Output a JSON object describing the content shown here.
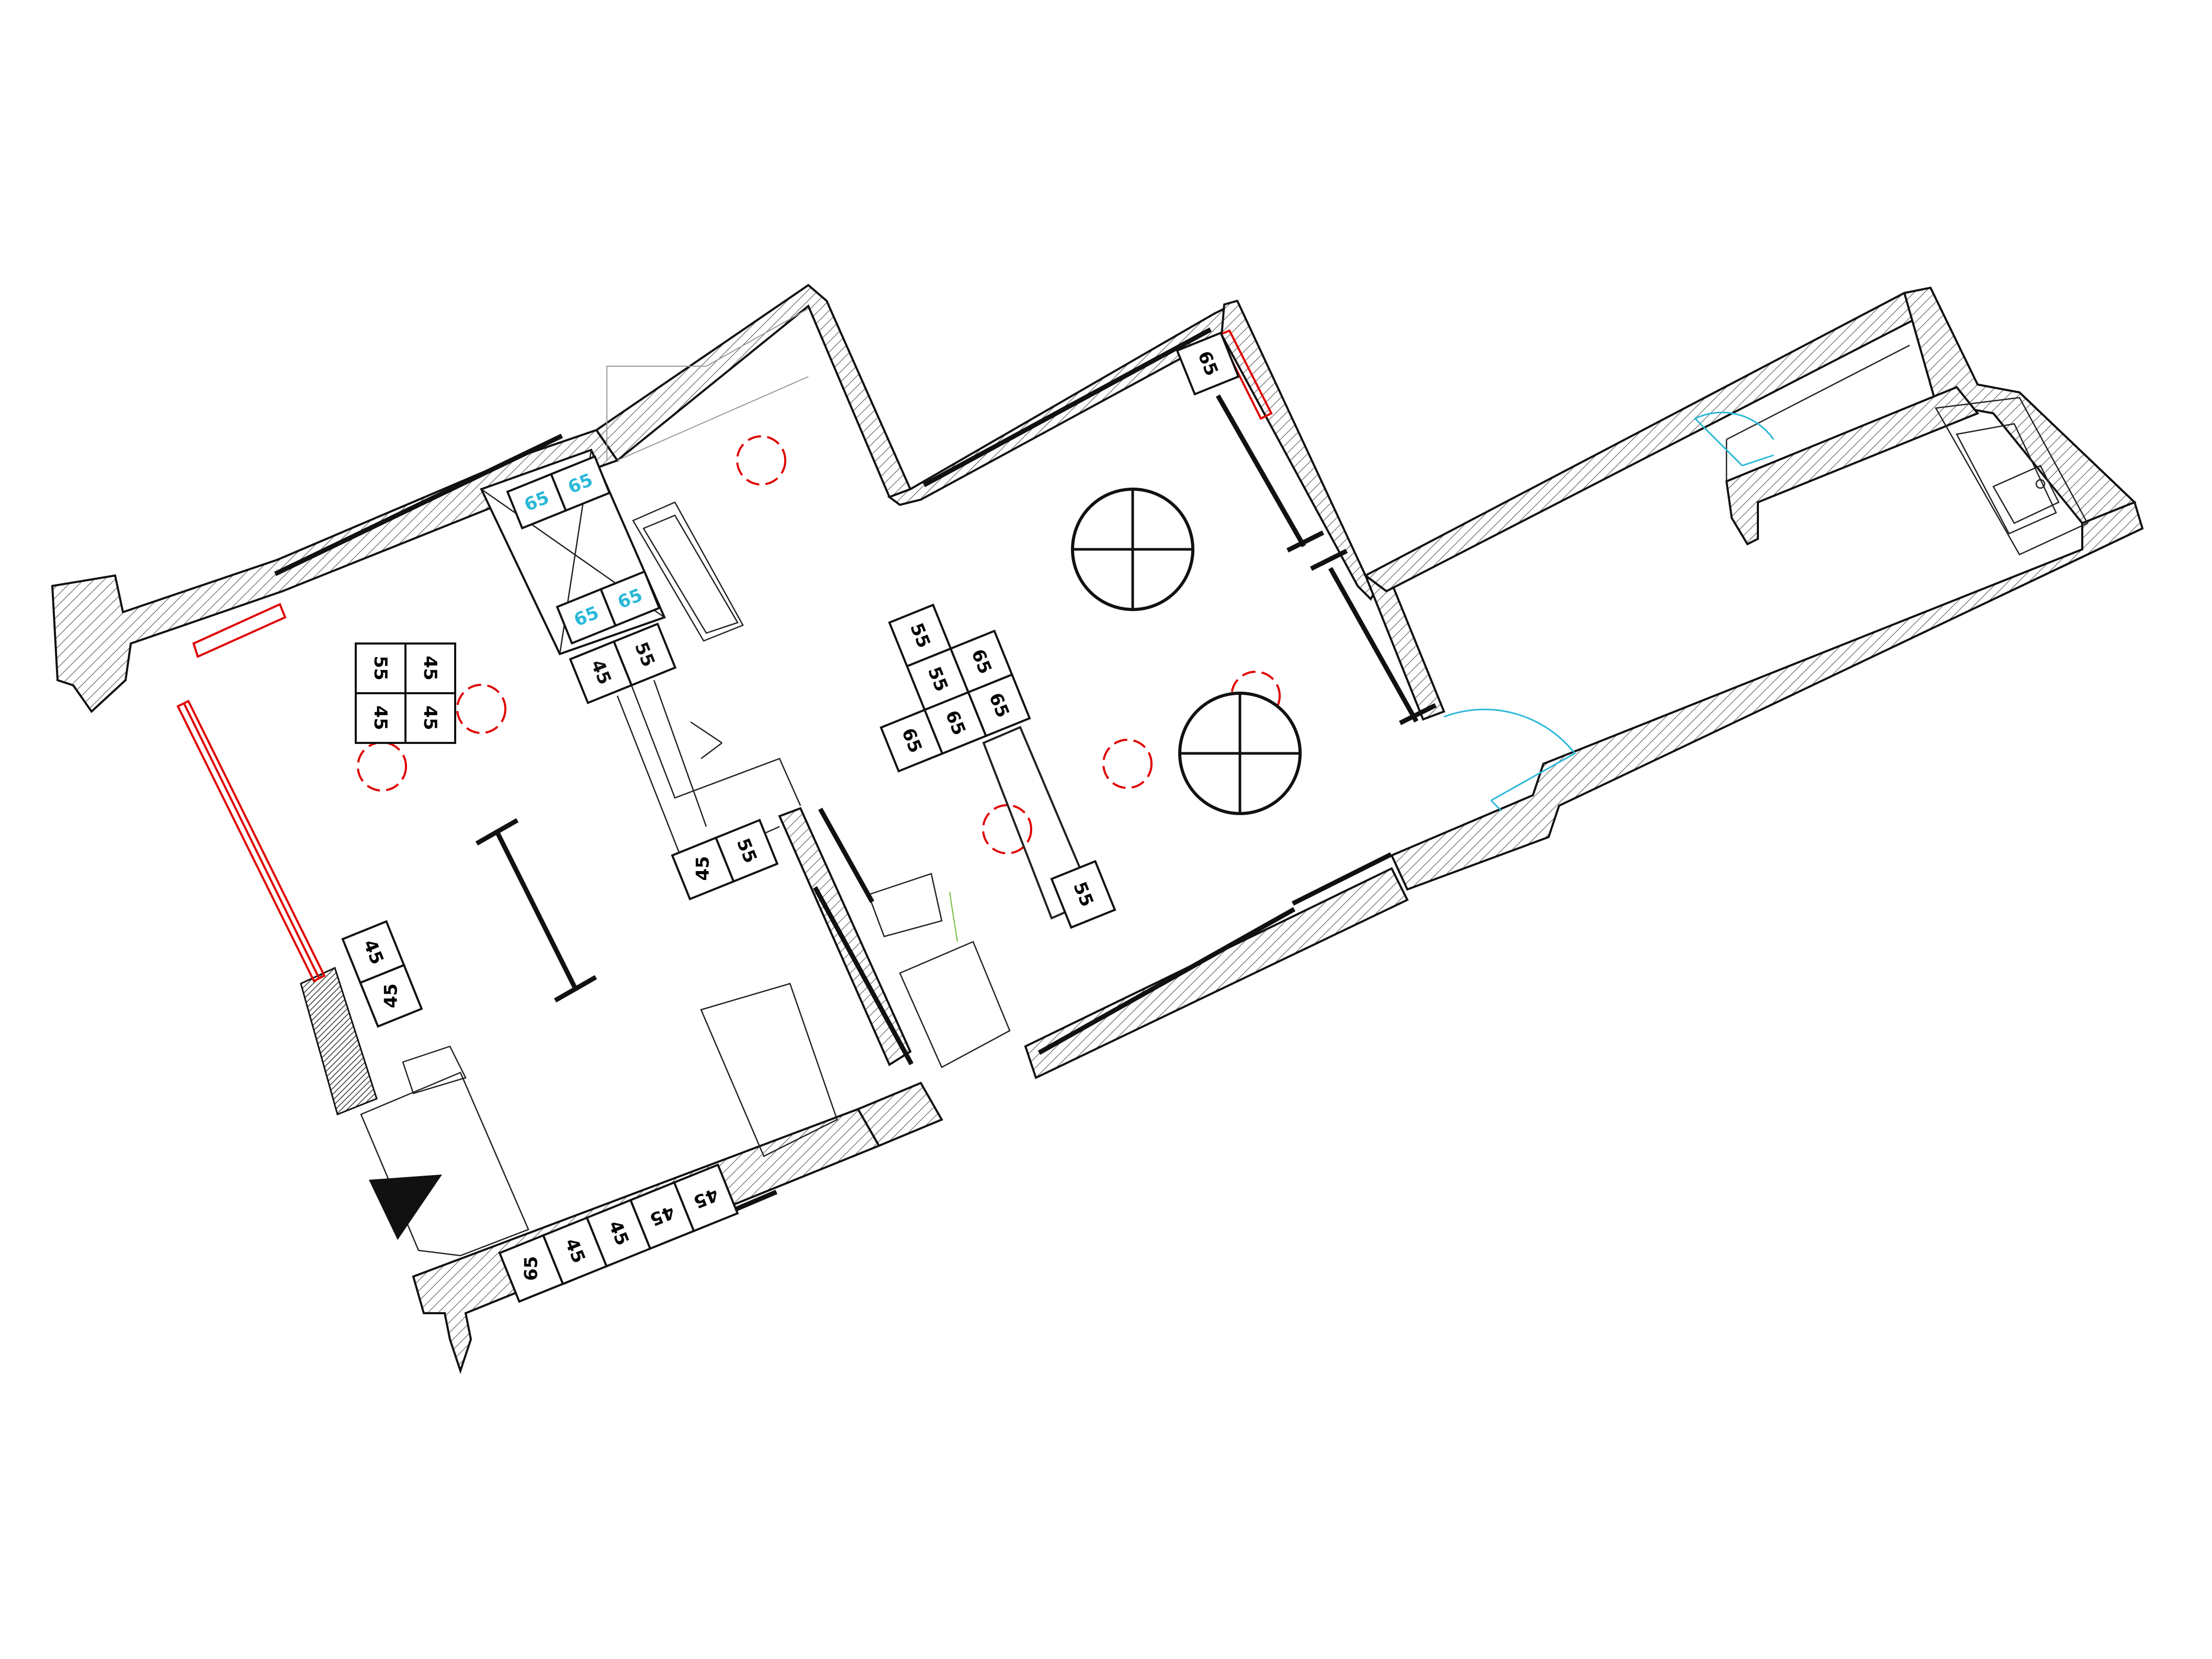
{
  "colors": {
    "wall": "#111111",
    "hatch": "#444444",
    "accent_red": "#e00000",
    "accent_cyan": "#2ab8d8",
    "label_black": "#111111"
  },
  "icons": {
    "entrance": "entrance-arrow-icon",
    "sink": "sink-icon"
  },
  "room_a": {
    "cluster_4": [
      "55",
      "45",
      "45",
      "45"
    ],
    "upper_right_cells": [
      "65",
      "65"
    ],
    "upper_lower_cells": [
      "65",
      "65"
    ],
    "upper_black_cells": [
      "55",
      "45"
    ],
    "mid_pair": [
      "45",
      "55"
    ],
    "left_pair": [
      "45",
      "45"
    ],
    "bottom_row": [
      "65",
      "45",
      "45",
      "45",
      "45"
    ]
  },
  "room_b": {
    "corner_cell": "65",
    "cross_cells": [
      "55",
      "65",
      "55",
      "65",
      "65",
      "65"
    ],
    "bench_cell": "55"
  }
}
